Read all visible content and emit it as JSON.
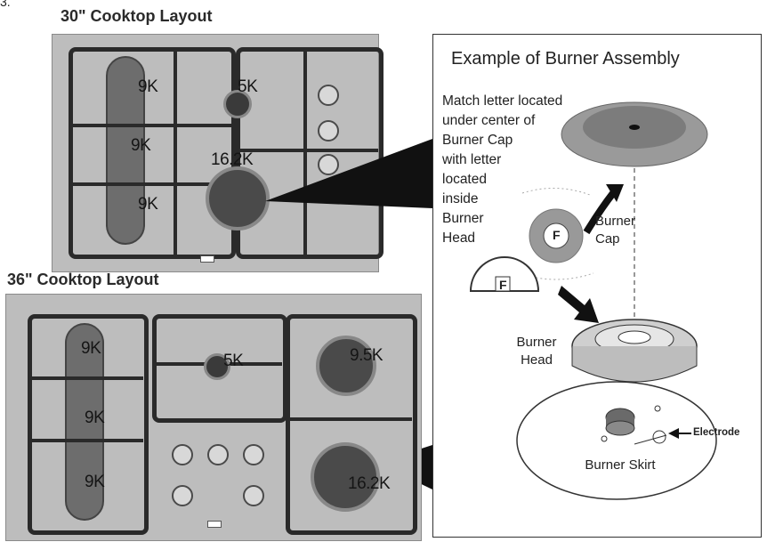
{
  "corner_mark": "3.",
  "layout30": {
    "title": "30\" Cooktop Layout",
    "burners": [
      "9K",
      "5K",
      "9K",
      "16.2K",
      "9K"
    ]
  },
  "layout36": {
    "title": "36\" Cooktop Layout",
    "burners": [
      "9K",
      "5K",
      "9.5K",
      "9K",
      "9K",
      "16.2K"
    ]
  },
  "example": {
    "title": "Example of Burner Assembly",
    "instruction_lines": [
      "Match letter located",
      "under center of",
      "Burner Cap",
      "with letter",
      "located",
      "inside",
      "Burner",
      "Head"
    ],
    "cap_letter": "F",
    "head_letter": "F",
    "burner_cap_label": [
      "Burner",
      "Cap"
    ],
    "burner_head_label": [
      "Burner",
      "Head"
    ],
    "electrode_label": "Electrode",
    "burner_skirt_label": "Burner Skirt"
  },
  "colors": {
    "cooktop_surface": "#bdbdbd",
    "grate": "#2a2a2a",
    "burner_dark": "#505050",
    "cap_light": "#9a9a9a"
  }
}
